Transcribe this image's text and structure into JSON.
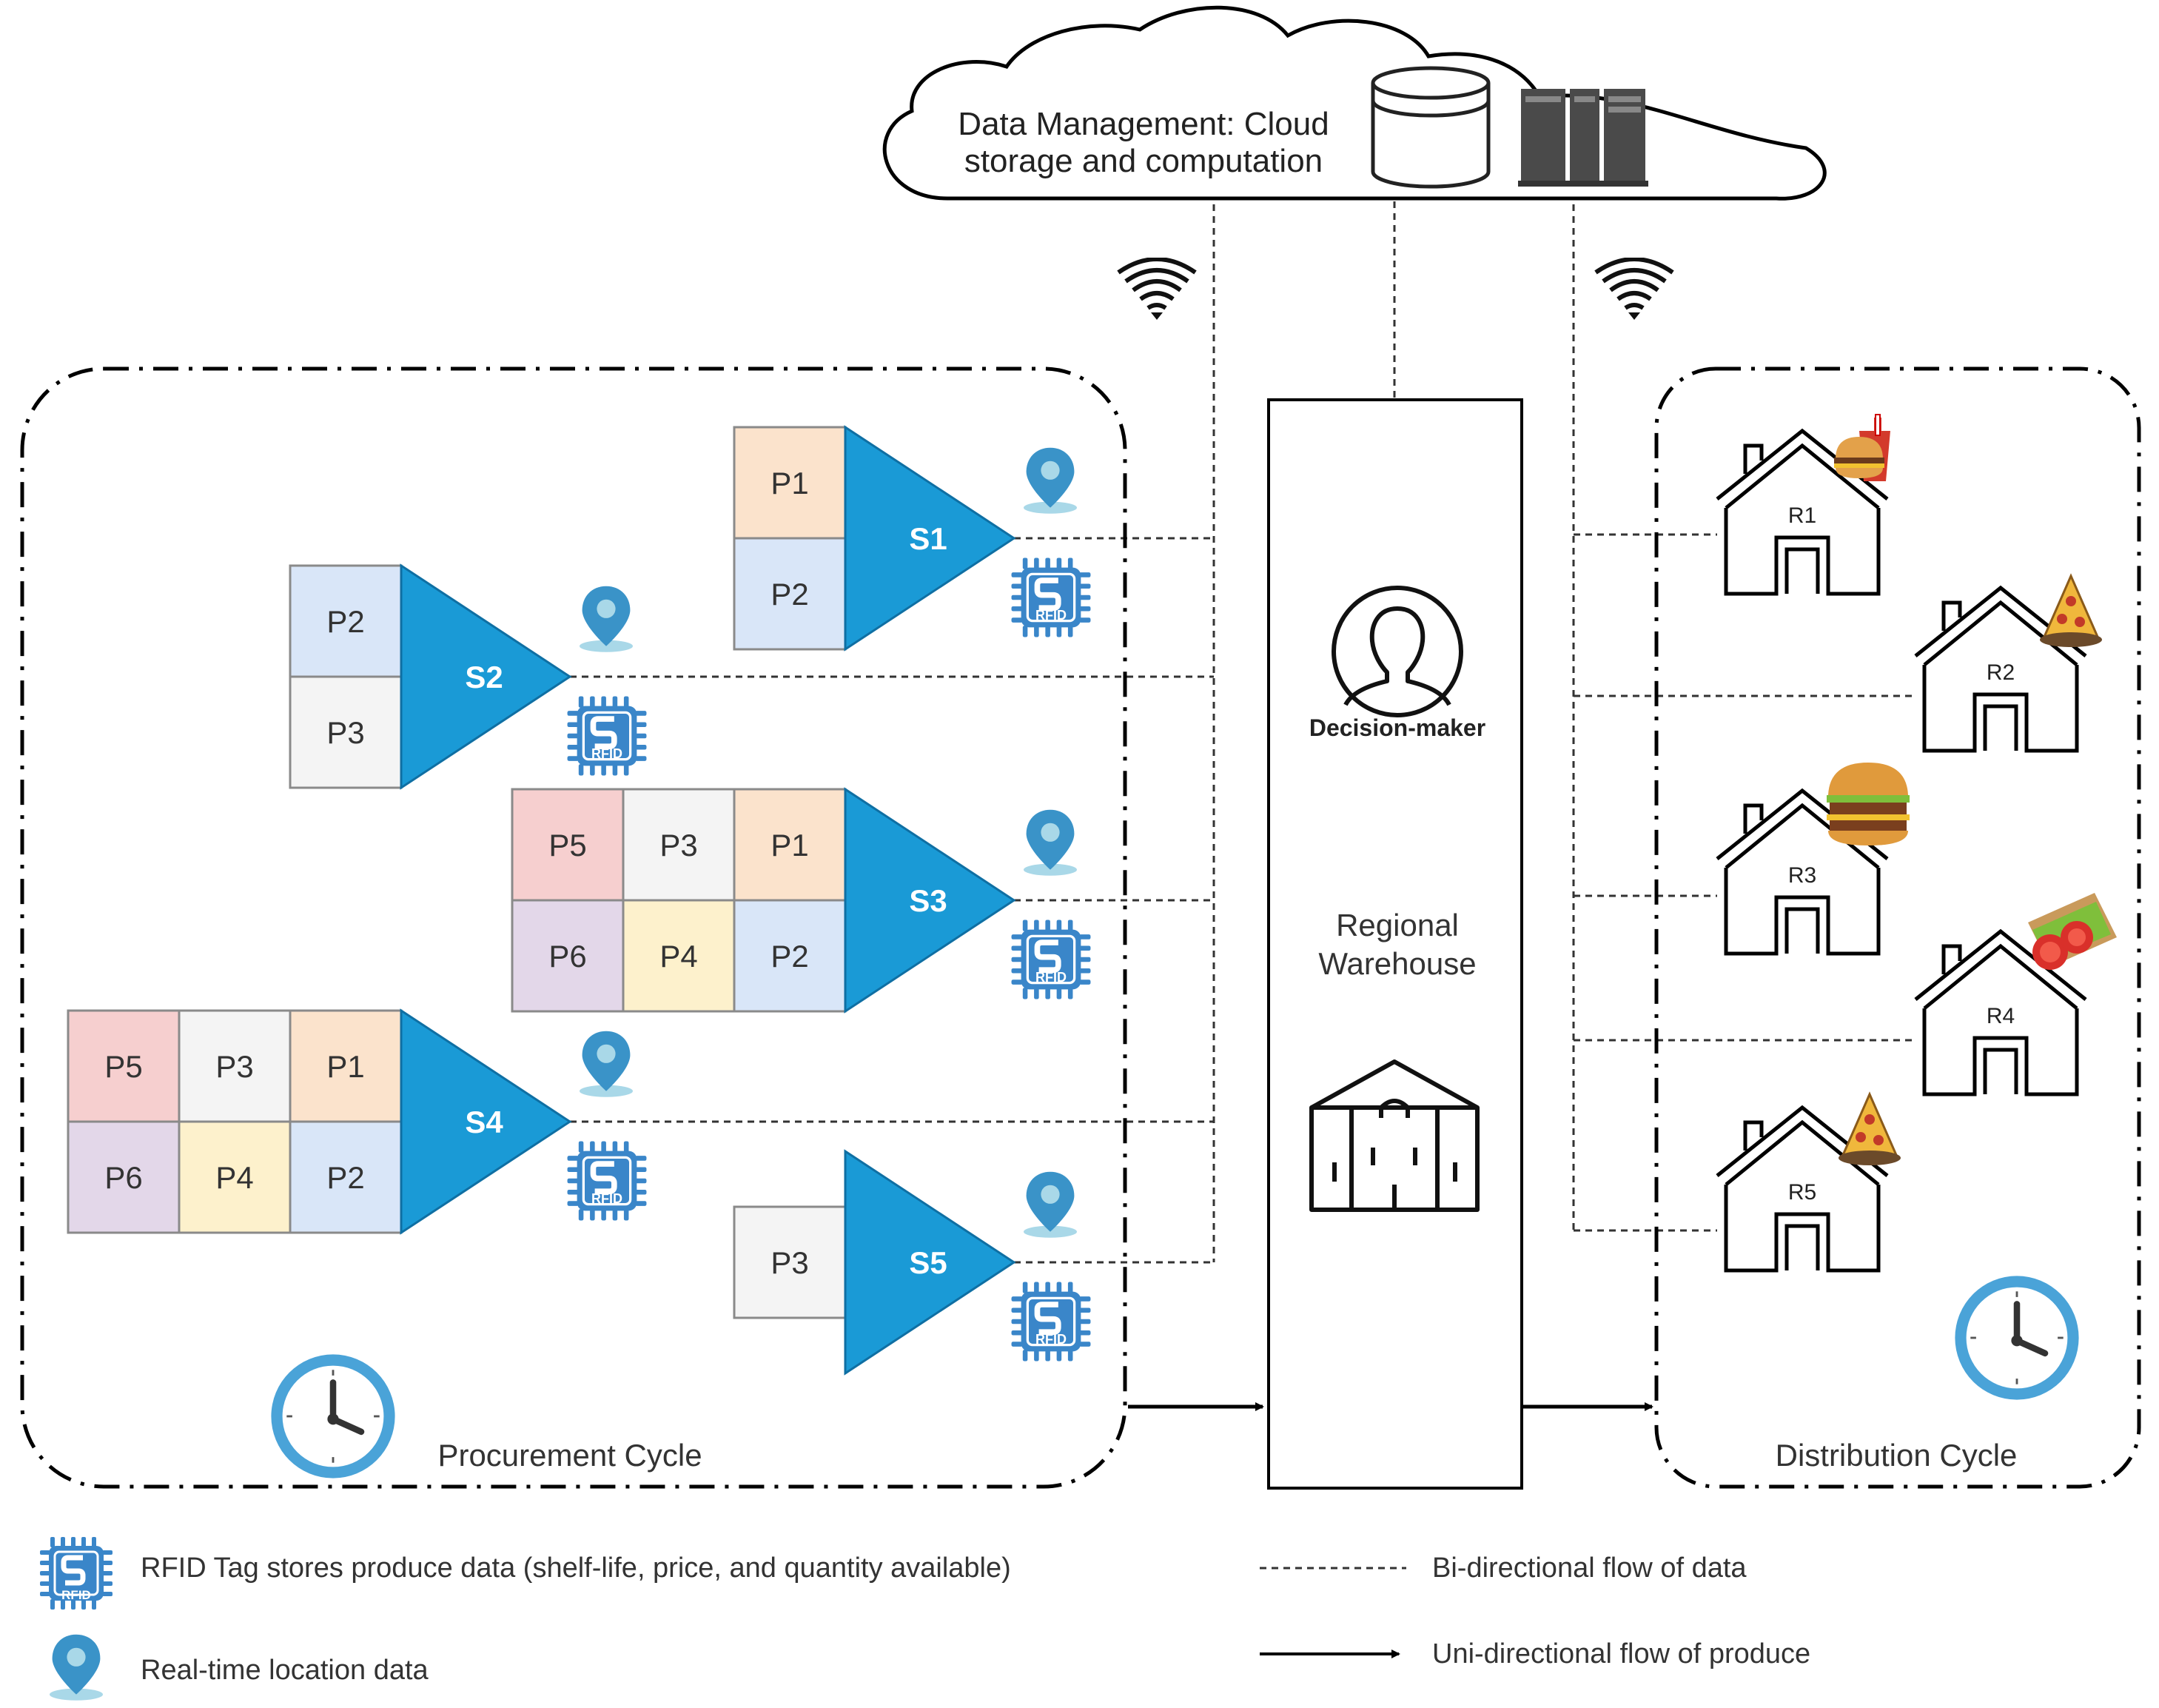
{
  "cloud": {
    "line1": "Data Management: Cloud",
    "line2": "storage and computation"
  },
  "procurement": {
    "label": "Procurement Cycle"
  },
  "distribution": {
    "label": "Distribution Cycle"
  },
  "warehouse": {
    "line1": "Regional",
    "line2": "Warehouse",
    "decision_maker": "Decision-maker"
  },
  "suppliers": [
    {
      "name": "S1",
      "products": [
        "P1",
        "P2"
      ]
    },
    {
      "name": "S2",
      "products": [
        "P2",
        "P3"
      ]
    },
    {
      "name": "S3",
      "products": [
        "P5",
        "P3",
        "P1",
        "P6",
        "P4",
        "P2"
      ]
    },
    {
      "name": "S4",
      "products": [
        "P5",
        "P3",
        "P1",
        "P6",
        "P4",
        "P2"
      ]
    },
    {
      "name": "S5",
      "products": [
        "P3"
      ]
    }
  ],
  "retailers": [
    "R1",
    "R2",
    "R3",
    "R4",
    "R5"
  ],
  "rfid_text": "RFID",
  "legend": {
    "rfid": "RFID Tag stores produce data (shelf-life, price, and quantity available)",
    "location": "Real-time location data",
    "bidirectional": "Bi-directional flow of data",
    "unidirectional": "Uni-directional flow of produce"
  },
  "colors": {
    "P1": "#fbe3cc",
    "P2": "#d9e6f8",
    "P3": "#f4f4f4",
    "P4": "#fdf1cc",
    "P5": "#f6cfcf",
    "P6": "#e3d7e9",
    "supplier": "#1a9ad6",
    "pin": "#3a93c8",
    "clock": "#4aa3d8"
  },
  "icons": {
    "database": "database-icon",
    "server": "server-icon",
    "wifi": "wifi-icon",
    "user": "user-icon",
    "warehouse": "warehouse-building-icon",
    "clock": "clock-icon",
    "rfid": "rfid-chip-icon",
    "pin": "location-pin-icon",
    "house": "house-icon",
    "food": "food-icon"
  }
}
